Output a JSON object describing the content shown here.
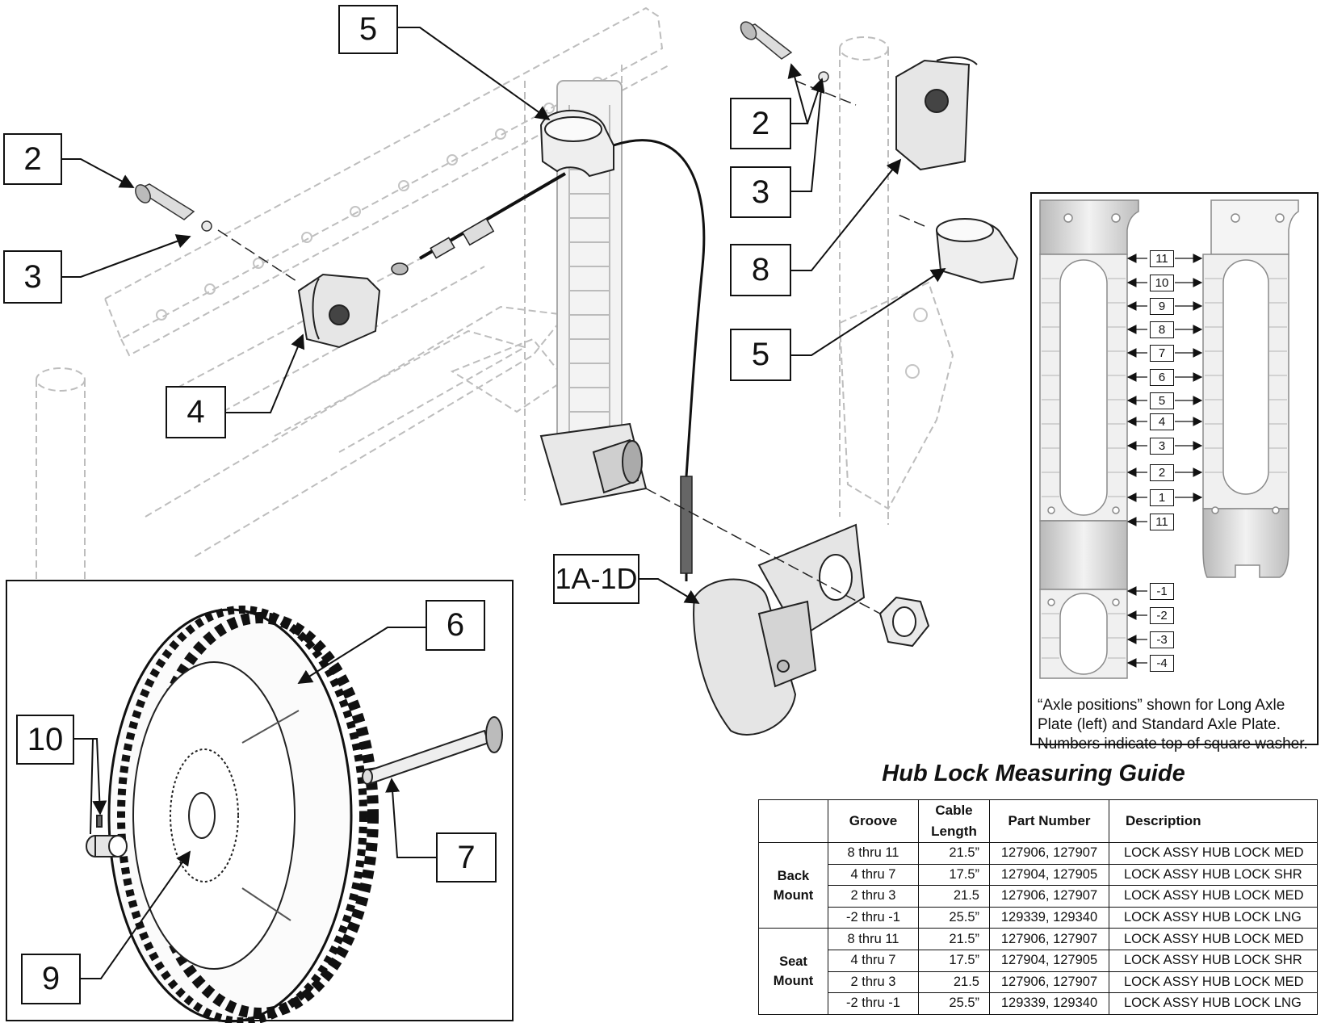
{
  "callouts": {
    "c5_top": "5",
    "c2_left": "2",
    "c3_left": "3",
    "c4": "4",
    "c2_right": "2",
    "c3_right": "3",
    "c8": "8",
    "c5_right": "5",
    "c1a": "1A-1D",
    "c6": "6",
    "c10": "10",
    "c7": "7",
    "c9": "9"
  },
  "axle_positions": {
    "labels": [
      "11",
      "10",
      "9",
      "8",
      "7",
      "6",
      "5",
      "4",
      "3",
      "2",
      "1",
      "11",
      "-1",
      "-2",
      "-3",
      "-4"
    ],
    "note": "“Axle positions” shown for Long Axle Plate (left) and Standard Axle Plate. Numbers indicate top of square washer."
  },
  "guide": {
    "title": "Hub Lock Measuring Guide",
    "headers": {
      "groove": "Groove",
      "cable": "Cable Length",
      "part": "Part Number",
      "desc": "Description"
    },
    "groups": [
      {
        "name": "Back Mount",
        "rows": [
          {
            "groove": "8 thru 11",
            "cable": "21.5”",
            "part": "127906, 127907",
            "desc": "LOCK ASSY HUB LOCK MED"
          },
          {
            "groove": "4 thru 7",
            "cable": "17.5”",
            "part": "127904, 127905",
            "desc": "LOCK ASSY HUB LOCK SHR"
          },
          {
            "groove": "2 thru 3",
            "cable": "21.5",
            "part": "127906, 127907",
            "desc": "LOCK ASSY HUB LOCK MED"
          },
          {
            "groove": "-2 thru -1",
            "cable": "25.5”",
            "part": "129339, 129340",
            "desc": "LOCK ASSY HUB LOCK LNG"
          }
        ]
      },
      {
        "name": "Seat Mount",
        "rows": [
          {
            "groove": "8 thru 11",
            "cable": "21.5”",
            "part": "127906, 127907",
            "desc": "LOCK ASSY HUB LOCK MED"
          },
          {
            "groove": "4 thru 7",
            "cable": "17.5”",
            "part": "127904, 127905",
            "desc": "LOCK ASSY HUB LOCK SHR"
          },
          {
            "groove": "2 thru 3",
            "cable": "21.5",
            "part": "127906, 127907",
            "desc": "LOCK ASSY HUB LOCK MED"
          },
          {
            "groove": "-2 thru -1",
            "cable": "25.5”",
            "part": "129339, 129340",
            "desc": "LOCK ASSY HUB LOCK LNG"
          }
        ]
      }
    ]
  }
}
